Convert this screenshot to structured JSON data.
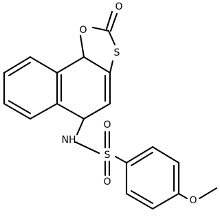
{
  "atoms": {
    "carbonyl_o": "O",
    "ring_o": "O",
    "ring_s": "S",
    "nh": "NH",
    "sulfonyl_s": "S",
    "sulfonyl_o_top": "O",
    "sulfonyl_o_bottom": "O",
    "methoxy_o": "O"
  }
}
